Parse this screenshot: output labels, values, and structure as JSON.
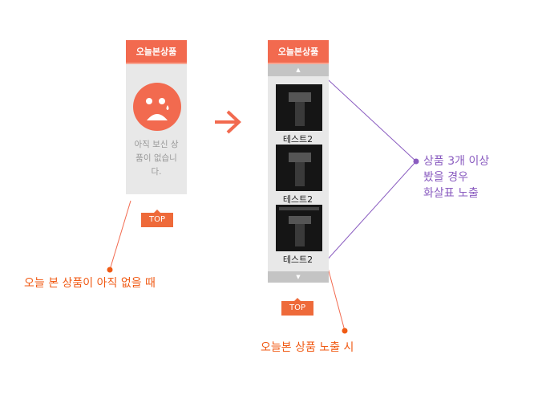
{
  "panel_empty": {
    "title": "오늘본상품",
    "message_lines": [
      "아직 보신 상",
      "품이 없습니",
      "다."
    ],
    "top_label": "TOP"
  },
  "panel_filled": {
    "title": "오늘본상품",
    "up_arrow": "▲",
    "down_arrow": "▼",
    "items": [
      {
        "label": "테스트2"
      },
      {
        "label": "테스트2"
      },
      {
        "label": "테스트2"
      }
    ],
    "top_label": "TOP"
  },
  "annotations": {
    "empty": "오늘 본 상품이 아직 없을 때",
    "filled": "오늘본 상품 노출 시",
    "arrows_lines": [
      "상품 3개 이상",
      "봤을 경우",
      "화살표 노출"
    ]
  },
  "colors": {
    "orange": "#f26a4f",
    "purple": "#8a5cc0",
    "callout_orange": "#f05a14"
  }
}
